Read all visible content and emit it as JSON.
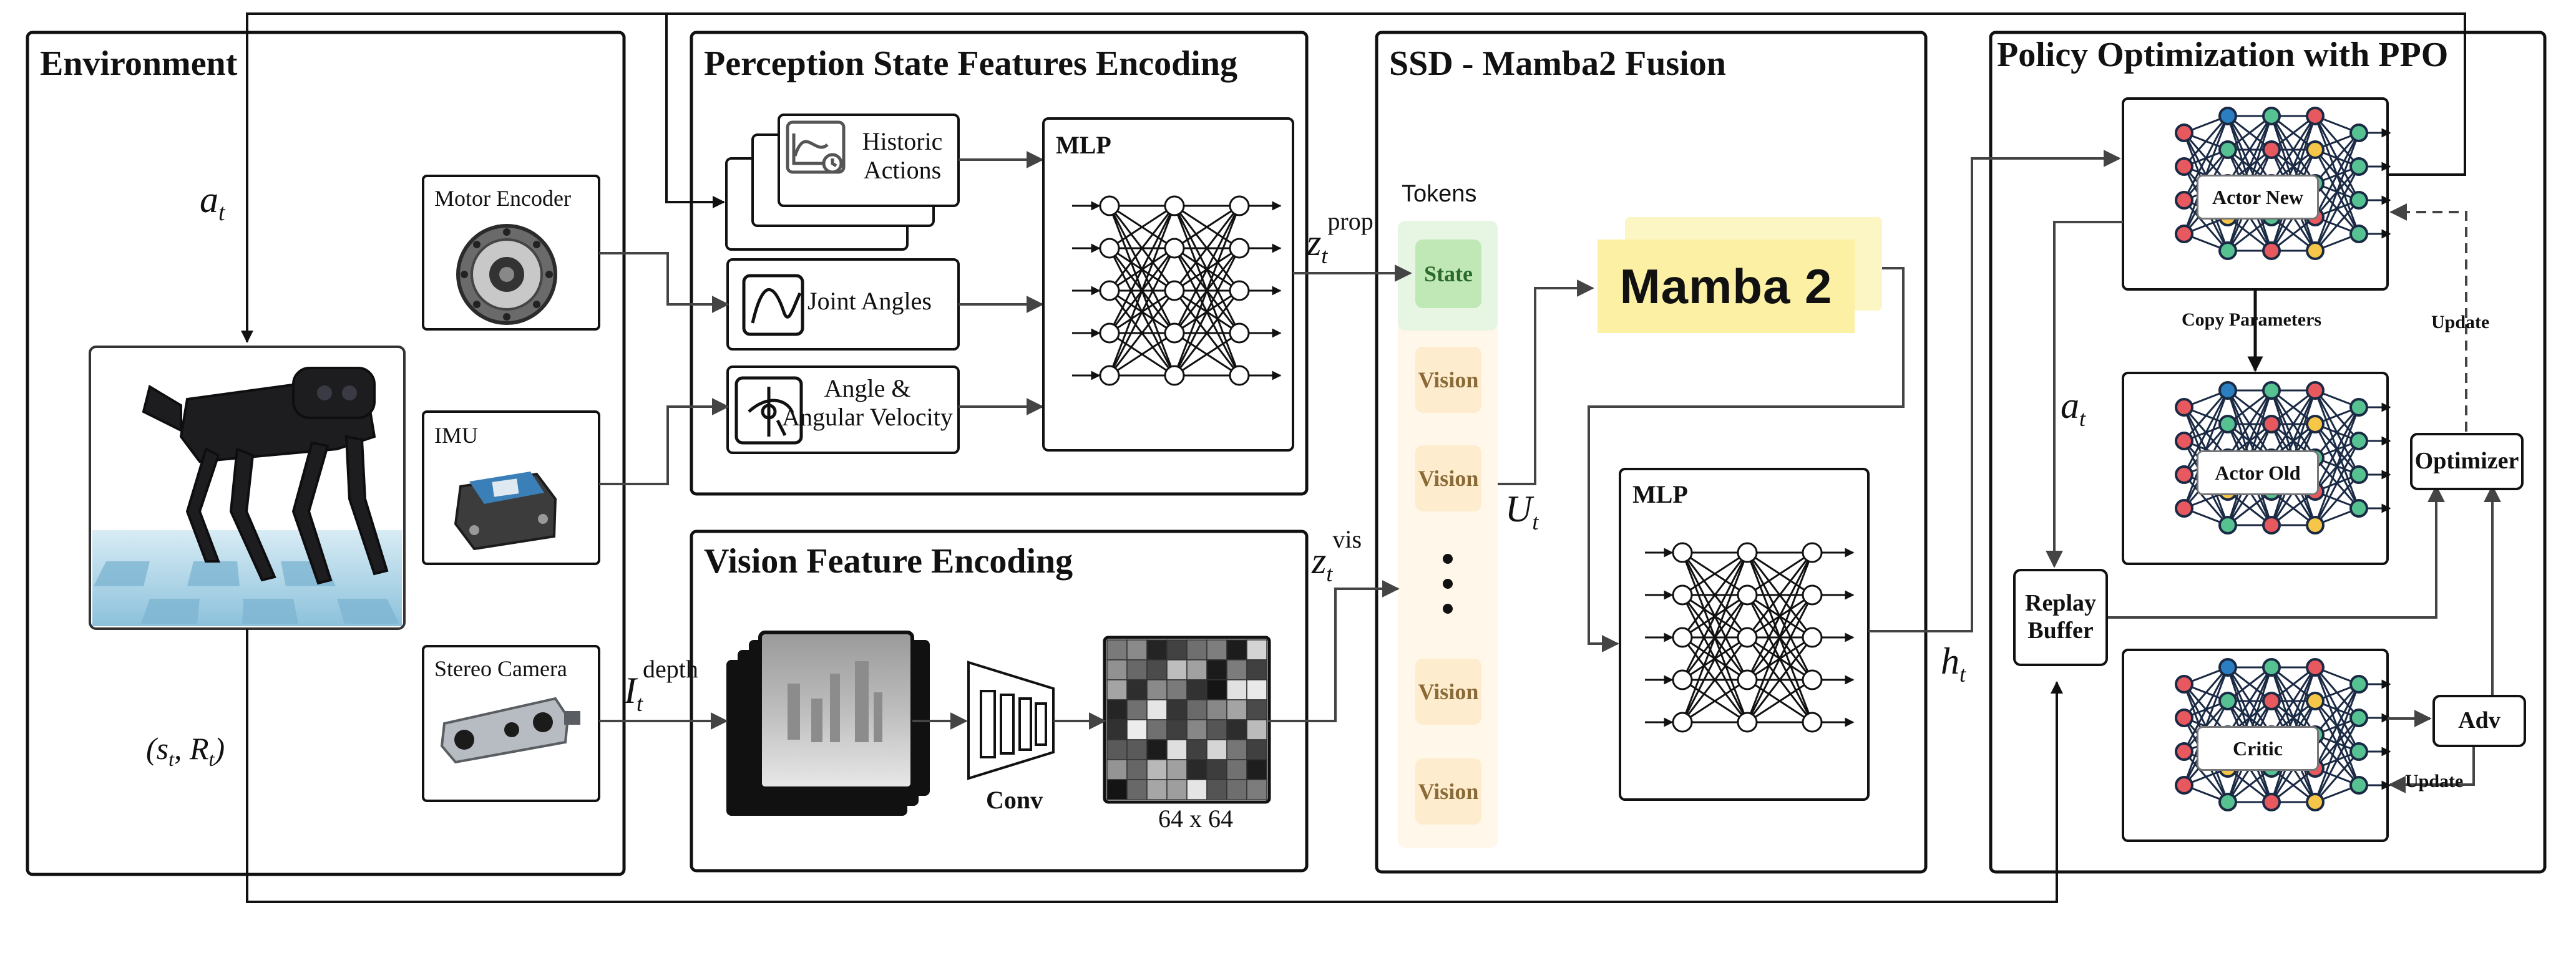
{
  "panels": {
    "environment": "Environment",
    "perception": "Perception State Features Encoding",
    "vision": "Vision Feature Encoding",
    "fusion": "SSD - Mamba2 Fusion",
    "policy": "Policy Optimization with PPO"
  },
  "sensors": {
    "motor_encoder": "Motor Encoder",
    "imu": "IMU",
    "stereo_camera": "Stereo Camera"
  },
  "perception_inputs": {
    "historic_actions_line1": "Historic",
    "historic_actions_line2": "Actions",
    "joint_angles": "Joint Angles",
    "angle_velocity_line1": "Angle &",
    "angle_velocity_line2": "Angular Velocity"
  },
  "mlp_label": "MLP",
  "vision_encoding": {
    "conv_label": "Conv",
    "grid_size_label": "64 x 64"
  },
  "fusion": {
    "tokens_title": "Tokens",
    "state_token": "State",
    "vision_token": "Vision",
    "mamba_logo": "Mamba 2",
    "mlp_label": "MLP"
  },
  "policy": {
    "actor_new": "Actor New",
    "actor_old": "Actor Old",
    "critic": "Critic",
    "copy_parameters": "Copy Parameters",
    "update_top": "Update",
    "update_bottom": "Update",
    "optimizer": "Optimizer",
    "replay_buffer_line1": "Replay",
    "replay_buffer_line2": "Buffer",
    "adv": "Adv"
  },
  "math": {
    "action": "a",
    "action_sub": "t",
    "state_reward_open": "(s",
    "state_reward_mid": ", R",
    "state_reward_close": ")",
    "z": "z",
    "z_sub": "t",
    "z_prop_sup": "prop",
    "z_vis_sup": "vis",
    "I": "I",
    "I_sub": "t",
    "I_sup": "depth",
    "U": "U",
    "U_sub": "t",
    "h": "h",
    "h_sub": "t",
    "policy_action": "a",
    "policy_action_sub": "t"
  },
  "colors": {
    "node_red": "#e8595f",
    "node_yellow": "#f6c648",
    "node_green": "#56c292",
    "node_blue": "#2b7fc0",
    "token_state": "#bfe8b6",
    "token_vision": "#fdeccd",
    "mamba_yellow": "#fbf0a4"
  }
}
